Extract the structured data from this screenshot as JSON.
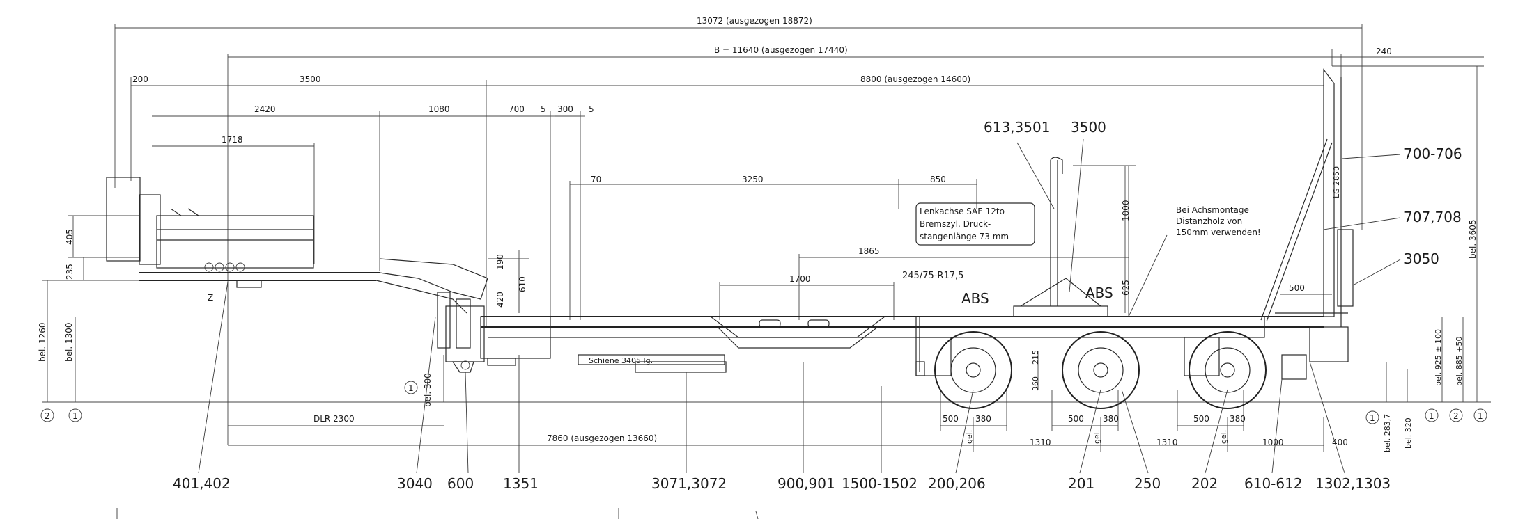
{
  "dims": {
    "overall": "13072 (ausgezogen 18872)",
    "b": "B =  11640 (ausgezogen 17440)",
    "d240": "240",
    "d200": "200",
    "d3500": "3500",
    "d8800": "8800 (ausgezogen 14600)",
    "d2420": "2420",
    "d1080": "1080",
    "d700": "700",
    "d5a": "5",
    "d300": "300",
    "d5b": "5",
    "d1718": "1718",
    "d70": "70",
    "d3250": "3250",
    "d850": "850",
    "d1000": "1000",
    "d1865": "1865",
    "d1700": "1700",
    "d190": "190",
    "d610": "610",
    "d420": "420",
    "d625": "625",
    "d405": "405",
    "d235": "235",
    "d500": "500",
    "bel1260": "bel. 1260",
    "bel1300": "bel. 1300",
    "bel300": "bel. 300",
    "bel3605": "bel. 3605",
    "bel925": "bel. 925 ± 100",
    "bel885": "bel. 885 +50",
    "bel283": "bel. 283,7",
    "bel320": "bel. 320",
    "dlr": "DLR 2300",
    "d7860": "7860 (ausgezogen 13660)",
    "a500a": "500",
    "a380a": "380",
    "a500b": "500",
    "a380b": "380",
    "a500c": "500",
    "a380c": "380",
    "gel1": "gel.",
    "gel2": "gel.",
    "gel3": "gel.",
    "d1310a": "1310",
    "d1310b": "1310",
    "d1000b": "1000",
    "d400": "400",
    "d215": "215",
    "d360": "360",
    "lg": "LG 2850",
    "schiene": "Schiene 3405 lg.",
    "z": "Z",
    "datum1": "1",
    "datum2": "2"
  },
  "notes": {
    "lenk1": "Lenkachse SAE 12to",
    "lenk2": "Bremszyl. Druck-",
    "lenk3": "stangenlänge 73 mm",
    "achs1": "Bei Achsmontage",
    "achs2": "Distanzholz von",
    "achs3": "150mm verwenden!",
    "tire": "245/75-R17,5",
    "abs1": "ABS",
    "abs2": "ABS"
  },
  "refs": {
    "r613": "613,3501",
    "r3500": "3500",
    "r700": "700-706",
    "r707": "707,708",
    "r3050": "3050",
    "b401": "401,402",
    "b3040": "3040",
    "b600": "600",
    "b1351": "1351",
    "b3071": "3071,3072",
    "b900": "900,901",
    "b1500": "1500-1502",
    "b200": "200,206",
    "b201": "201",
    "b250": "250",
    "b202": "202",
    "b610": "610-612",
    "b1302": "1302,1303"
  }
}
